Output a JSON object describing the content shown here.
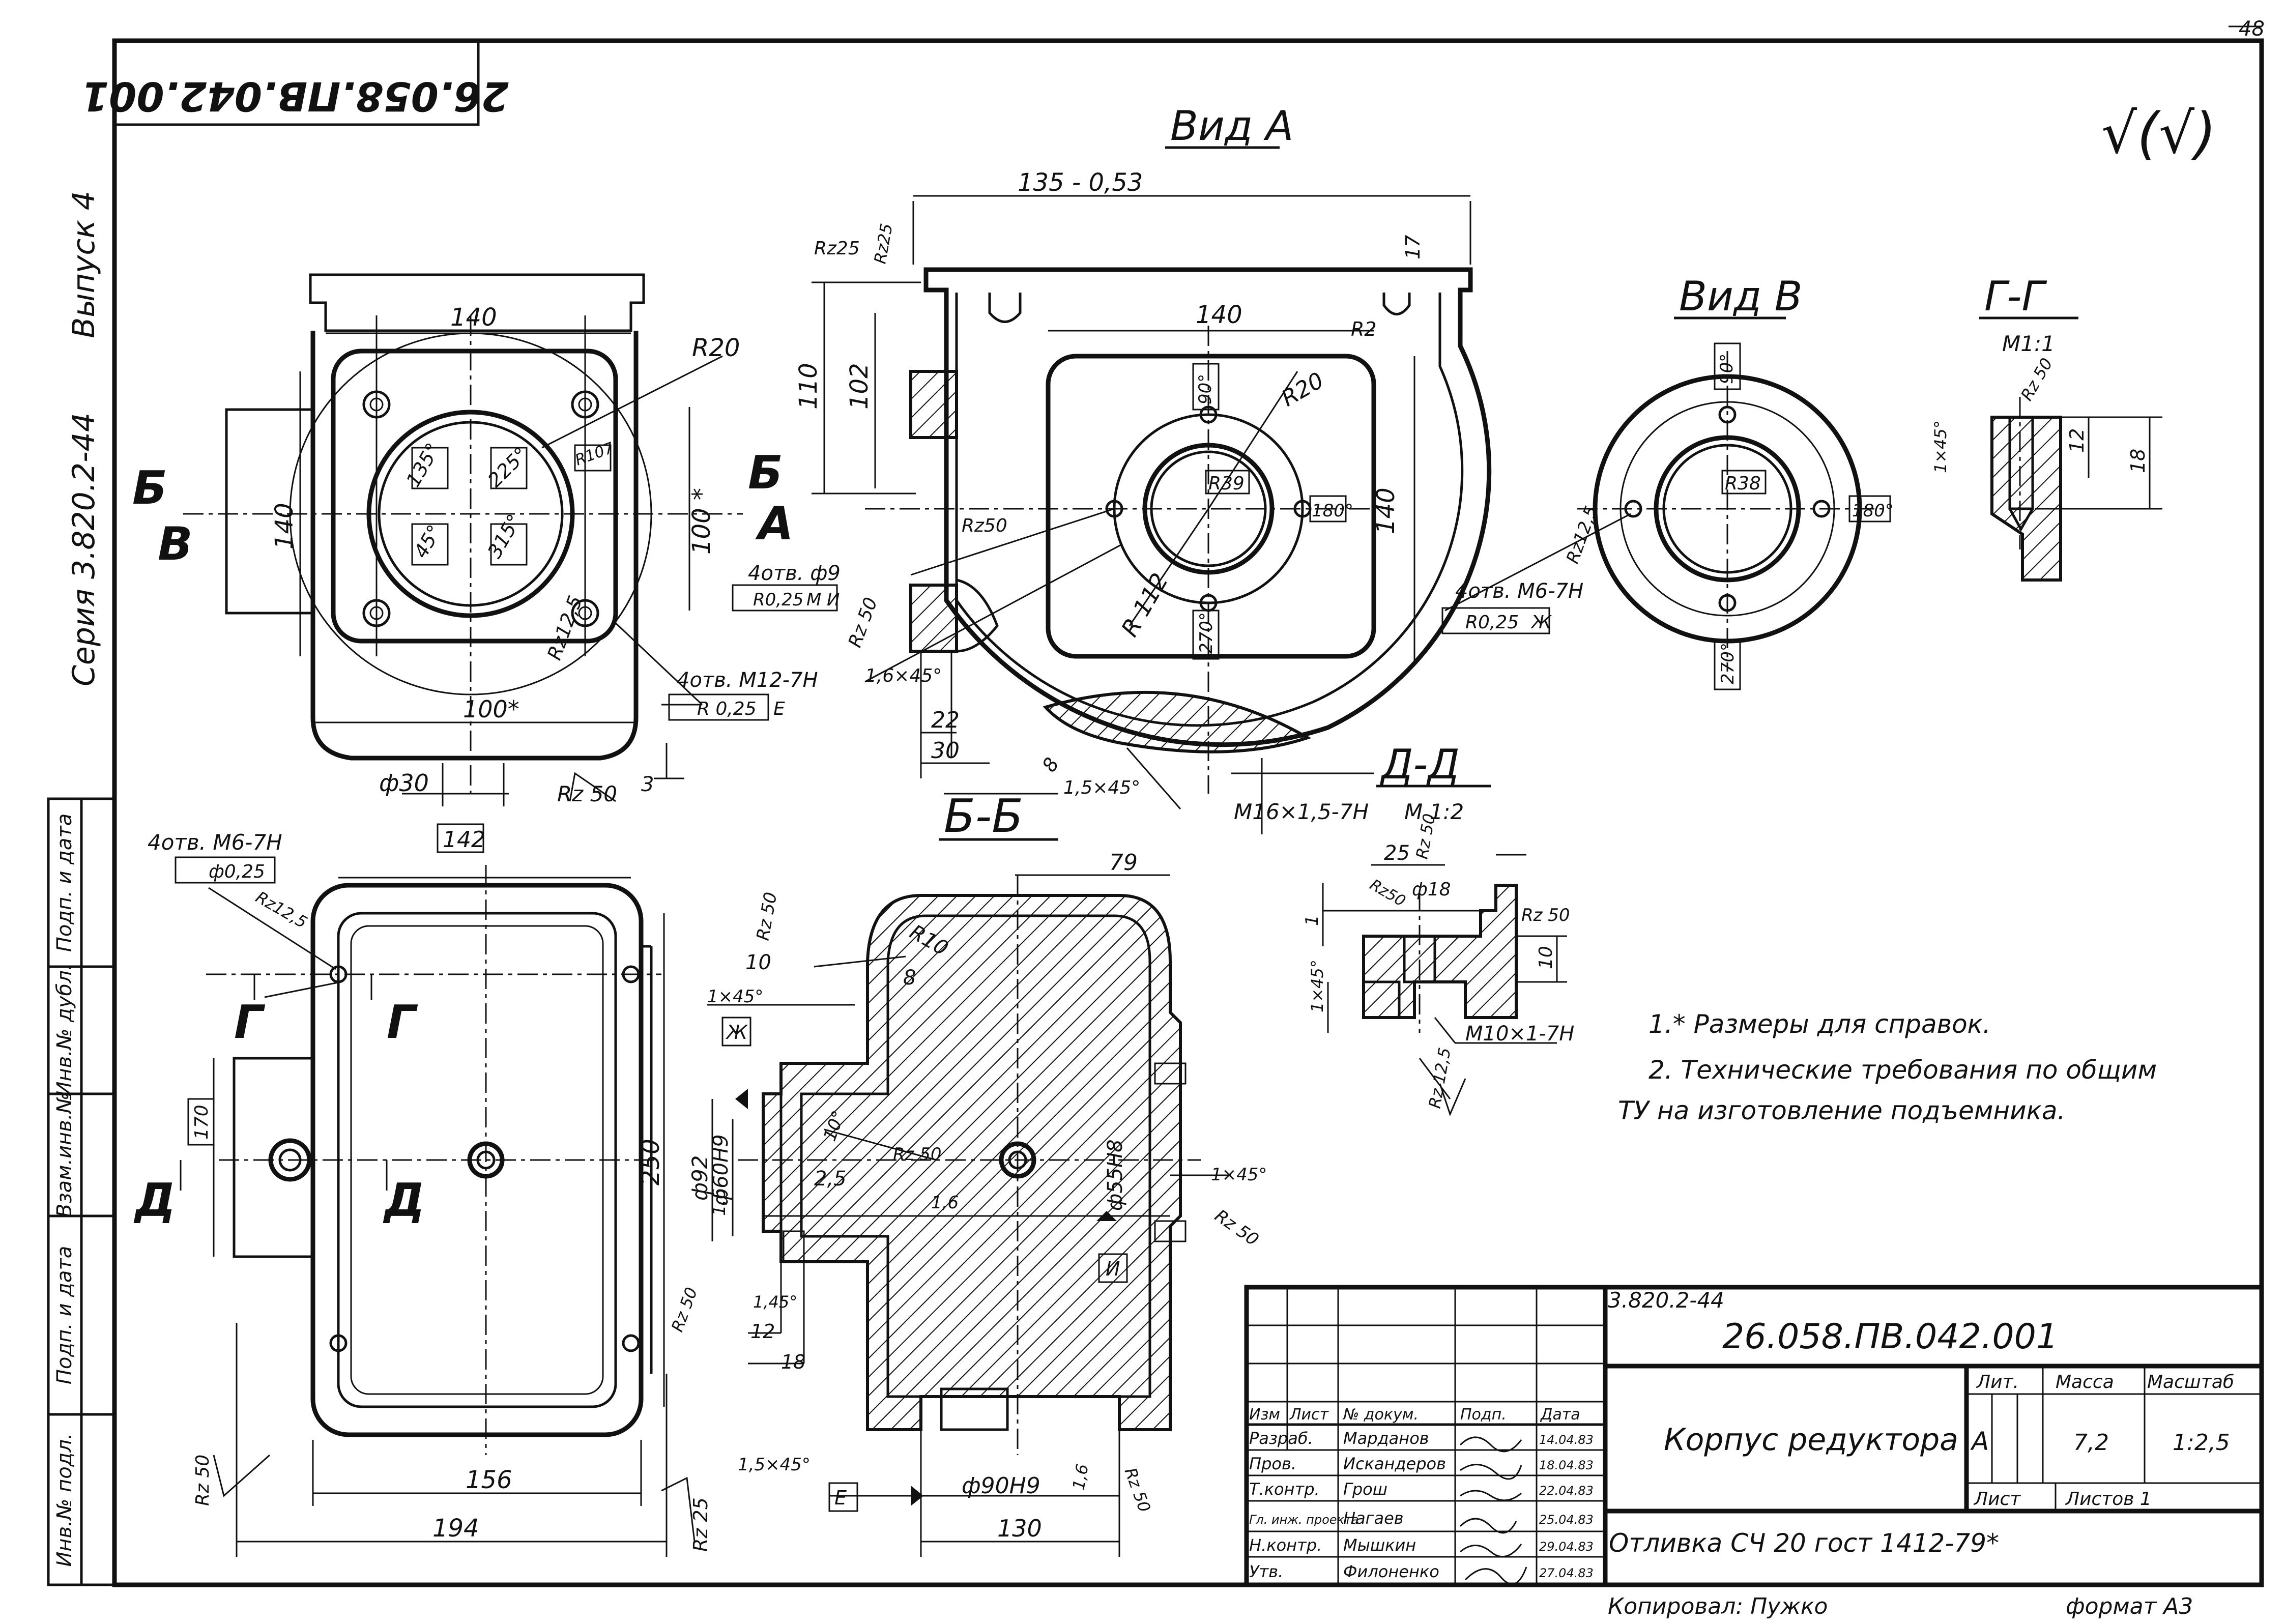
{
  "sheet": {
    "page_number": "48",
    "rotated_code": "26.058.ПВ.042.001",
    "side_series": "Серия 3.820.2-44",
    "side_issue": "Выпуск 4",
    "surface_mark": "√(√)"
  },
  "left_stamps": [
    "Инв.№ подл.",
    "Подп. и дата",
    "Взам.инв.№",
    "Инв.№ дубл.",
    "Подп. и дата"
  ],
  "views": {
    "vid_a": "Вид А",
    "vid_v": "Вид В",
    "g_g": "Г-Г",
    "g_g_scale": "М1:1",
    "d_d": "Д-Д",
    "d_d_scale": "М 1:2",
    "b_b": "Б-Б"
  },
  "dims": {
    "top_left": [
      "140",
      "R20",
      "Б",
      "Б",
      "В",
      "А",
      "140",
      "100 *",
      "135°",
      "225°",
      "45°",
      "315°",
      "R107",
      "100*",
      "ф30",
      "Rz 50",
      "3",
      "4отв. ф9",
      "4отв. М12-7Н",
      "R 0,25",
      "Е",
      "R0,25",
      "М",
      "И",
      "Rz12,5"
    ],
    "top_mid": [
      "135 - 0,53",
      "Rz25",
      "Rz25",
      "17",
      "140",
      "R2",
      "R20",
      "110",
      "102",
      "90°",
      "R39",
      "180°",
      "140",
      "R 112",
      "270°",
      "Rz50",
      "Rz 50",
      "1,6×45°",
      "22",
      "30",
      "8",
      "1,5×45°",
      "М16×1,5-7Н"
    ],
    "vid_v": [
      "90°",
      "R38",
      "180°",
      "270°",
      "Rz12,5",
      "4отв. М6-7Н",
      "R0,25",
      "Ж"
    ],
    "g_g": [
      "Rz 50",
      "1×45°",
      "12",
      "18"
    ],
    "bottom_left": [
      "4отв. М6-7Н",
      "ф0,25",
      "142",
      "Rz12,5",
      "Г",
      "Г",
      "170",
      "Д",
      "Д",
      "250",
      "156",
      "194",
      "Rz 50",
      "Rz 25"
    ],
    "bottom_mid": [
      "79",
      "Rz 50",
      "R10",
      "10",
      "8",
      "1×45°",
      "Ж",
      "ф92",
      "ф60Н9",
      "1,6",
      "10°",
      "2,5",
      "Rz 50",
      "1,6",
      "ф55Н8",
      "1×45°",
      "Rz 50",
      "И",
      "1,45°",
      "12",
      "18",
      "Rz 50",
      "1,5×45°",
      "ф90Н9",
      "1,6",
      "Rz 50",
      "130",
      "Е"
    ],
    "d_d": [
      "25",
      "Rz 50",
      "Rz50",
      "ф18",
      "Rz 50",
      "1",
      "10",
      "1×45°",
      "М10×1-7Н",
      "Rz 12,5"
    ]
  },
  "notes": {
    "note1": "1.* Размеры для справок.",
    "note2": "2.  Технические требования по общим",
    "note3": "ТУ на изготовление  подъемника."
  },
  "title_block": {
    "series": "3.820.2-44",
    "drawing_number": "26.058.ПВ.042.001",
    "name": "Корпус редуктора",
    "material": "Отливка СЧ 20 гост 1412-79*",
    "headers": [
      "Изм",
      "Лист",
      "№ докум.",
      "Подп.",
      "Дата"
    ],
    "rows": [
      {
        "role": "Разраб.",
        "name": "Марданов",
        "date": "14.04.83"
      },
      {
        "role": "Пров.",
        "name": "Искандеров",
        "date": "18.04.83"
      },
      {
        "role": "Т.контр.",
        "name": "Грош",
        "date": "22.04.83"
      },
      {
        "role": "Гл. инж. проекта",
        "name": "Нагаев",
        "date": "25.04.83"
      },
      {
        "role": "Н.контр.",
        "name": "Мышкин",
        "date": "29.04.83"
      },
      {
        "role": "Утв.",
        "name": "Филоненко",
        "date": "27.04.83"
      }
    ],
    "lit_label": "Лит.",
    "lit_value": "А",
    "mass_label": "Масса",
    "mass_value": "7,2",
    "scale_label": "Масштаб",
    "scale_value": "1:2,5",
    "sheet_label": "Лист",
    "sheets_label": "Листов 1"
  },
  "footer": {
    "copied": "Копировал: Пужко",
    "format": "формат А3"
  }
}
